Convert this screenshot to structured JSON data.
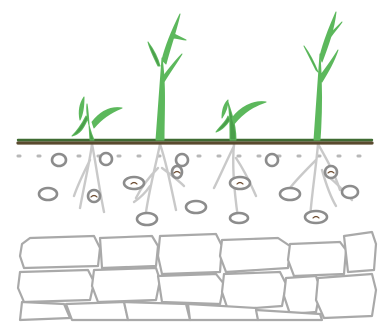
{
  "diagram": {
    "colors": {
      "background": "#ffffff",
      "plant": "#5cb85c",
      "plant_dark": "#4a9e4a",
      "soil_line": "#5a4a2e",
      "soil_line_top": "#3f6b32",
      "root": "#c9c9c9",
      "pebble_stroke": "#8c8c8c",
      "pebble_fill": "#ffffff",
      "pebble_accent": "#6b4a2e",
      "subsoil_dots": "#b8b8b8",
      "rock_stroke": "#a9a9a9",
      "rock_fill": "#ffffff"
    },
    "seedling_count": 2,
    "mature_plant_count": 2,
    "pebble_count": 16,
    "bedrock_block_count": 17
  }
}
